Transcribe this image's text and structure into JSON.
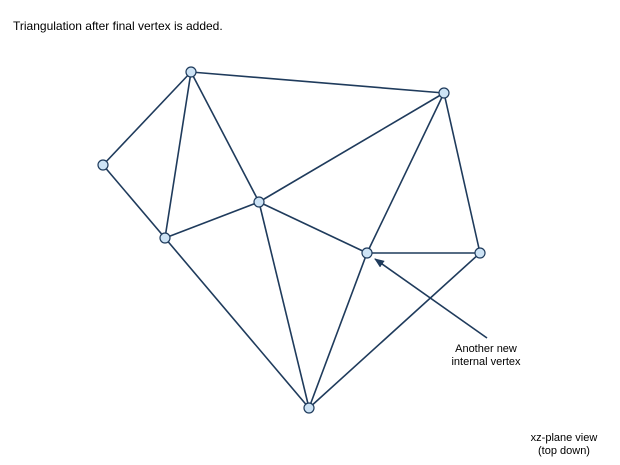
{
  "caption": "Triangulation after final vertex is added.",
  "annotation": {
    "line1": "Another new",
    "line2": "internal vertex"
  },
  "view_label": {
    "line1": "xz-plane view",
    "line2": "(top down)"
  },
  "colors": {
    "edge": "#1f3b5c",
    "vertex_fill": "#cde3f5",
    "vertex_stroke": "#1f3b5c",
    "arrow": "#1f3b5c"
  }
}
